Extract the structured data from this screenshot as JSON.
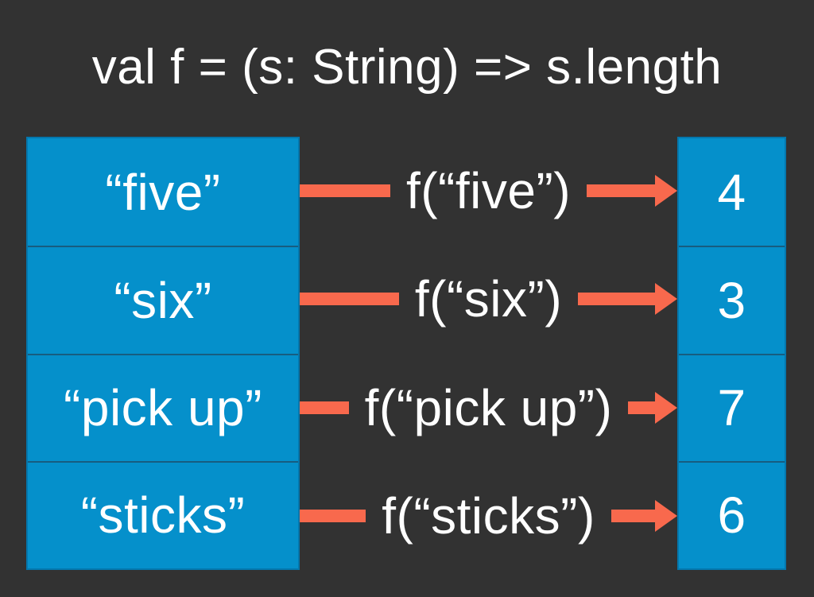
{
  "title": "val f = (s: String) => s.length",
  "colors": {
    "background": "#323232",
    "box_fill": "#0590CB",
    "box_border": "#0477AD",
    "row_divider": "#175D80",
    "arrow": "#F8694D",
    "text": "#FFFFFF"
  },
  "rows": [
    {
      "input": "“five”",
      "call": "f(“five”)",
      "output": "4"
    },
    {
      "input": "“six”",
      "call": "f(“six”)",
      "output": "3"
    },
    {
      "input": "“pick up”",
      "call": "f(“pick up”)",
      "output": "7"
    },
    {
      "input": "“sticks”",
      "call": "f(“sticks”)",
      "output": "6"
    }
  ]
}
